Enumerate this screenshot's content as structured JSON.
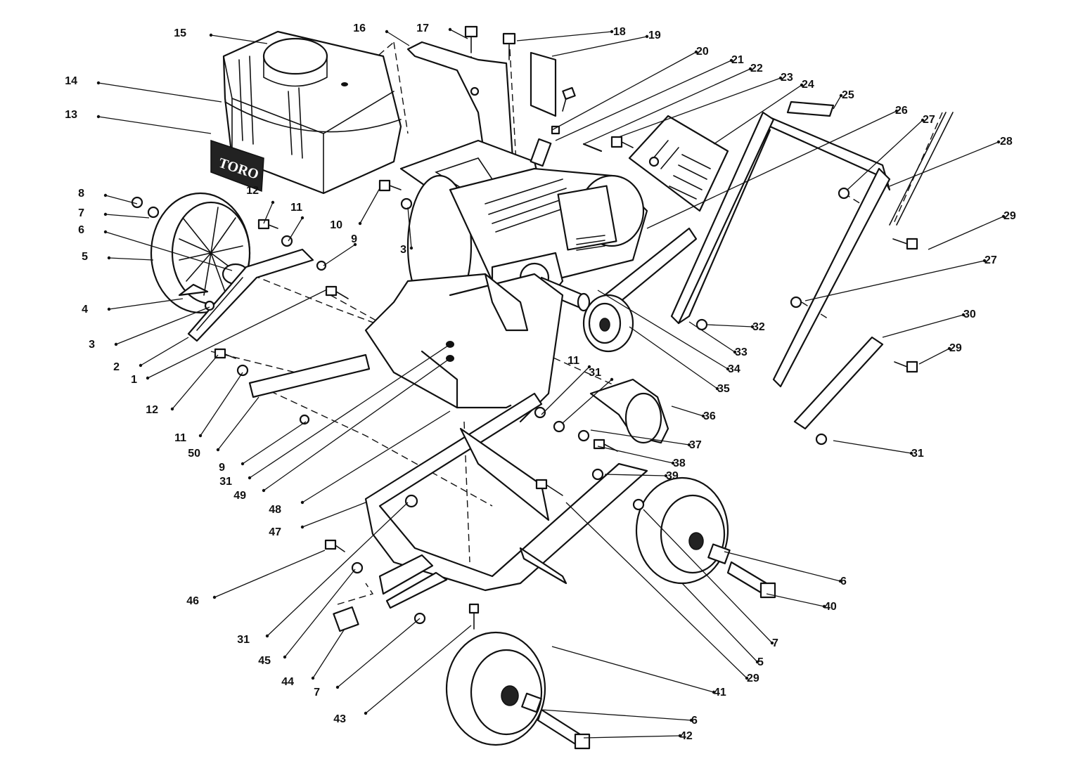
{
  "diagram": {
    "logo_text": "TORO",
    "callouts": [
      {
        "label": "15"
      },
      {
        "label": "14"
      },
      {
        "label": "13"
      },
      {
        "label": "16"
      },
      {
        "label": "17"
      },
      {
        "label": "18"
      },
      {
        "label": "19"
      },
      {
        "label": "20"
      },
      {
        "label": "21"
      },
      {
        "label": "22"
      },
      {
        "label": "23"
      },
      {
        "label": "24"
      },
      {
        "label": "25"
      },
      {
        "label": "26"
      },
      {
        "label": "27"
      },
      {
        "label": "28"
      },
      {
        "label": "29"
      },
      {
        "label": "27"
      },
      {
        "label": "30"
      },
      {
        "label": "29"
      },
      {
        "label": "31"
      },
      {
        "label": "32"
      },
      {
        "label": "33"
      },
      {
        "label": "34"
      },
      {
        "label": "35"
      },
      {
        "label": "36"
      },
      {
        "label": "37"
      },
      {
        "label": "38"
      },
      {
        "label": "39"
      },
      {
        "label": "11"
      },
      {
        "label": "31"
      },
      {
        "label": "8"
      },
      {
        "label": "7"
      },
      {
        "label": "6"
      },
      {
        "label": "5"
      },
      {
        "label": "4"
      },
      {
        "label": "3"
      },
      {
        "label": "2"
      },
      {
        "label": "1"
      },
      {
        "label": "12"
      },
      {
        "label": "11"
      },
      {
        "label": "9"
      },
      {
        "label": "10"
      },
      {
        "label": "3"
      },
      {
        "label": "12"
      },
      {
        "label": "11"
      },
      {
        "label": "50"
      },
      {
        "label": "9"
      },
      {
        "label": "31"
      },
      {
        "label": "49"
      },
      {
        "label": "48"
      },
      {
        "label": "47"
      },
      {
        "label": "46"
      },
      {
        "label": "31"
      },
      {
        "label": "45"
      },
      {
        "label": "44"
      },
      {
        "label": "7"
      },
      {
        "label": "43"
      },
      {
        "label": "41"
      },
      {
        "label": "6"
      },
      {
        "label": "42"
      },
      {
        "label": "29"
      },
      {
        "label": "5"
      },
      {
        "label": "7"
      },
      {
        "label": "40"
      },
      {
        "label": "6"
      }
    ]
  }
}
